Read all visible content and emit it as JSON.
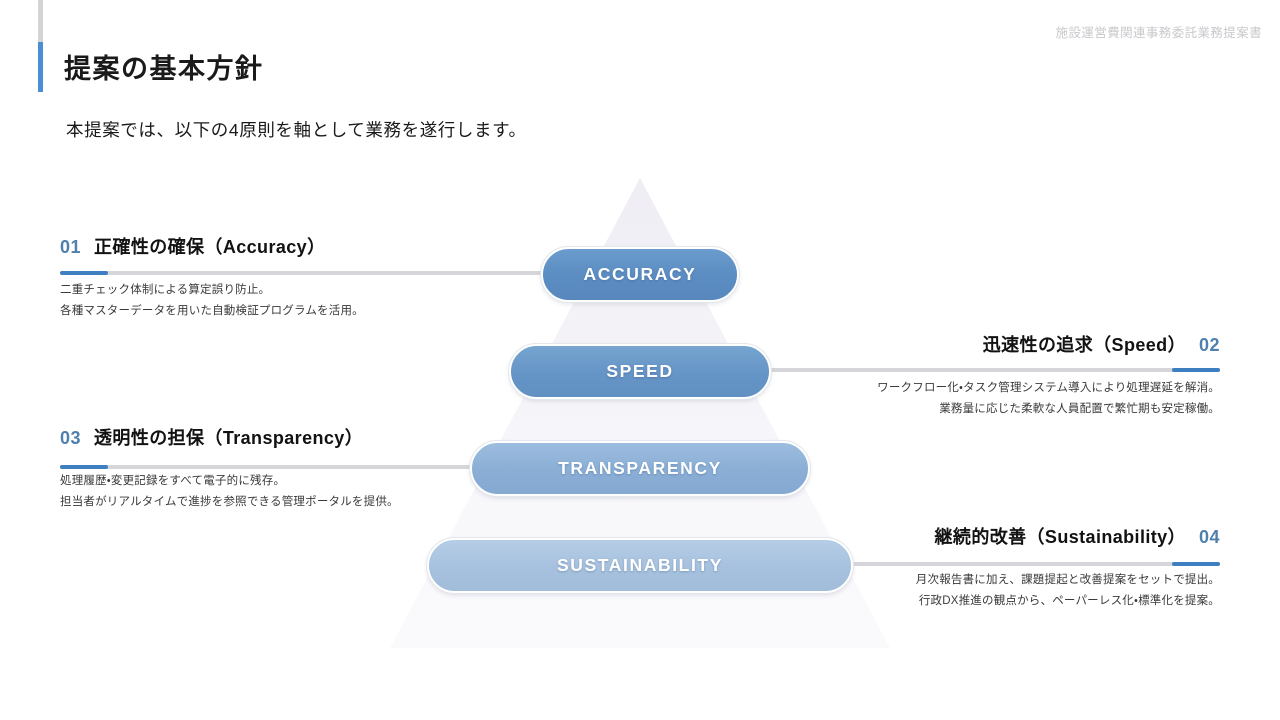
{
  "header": {
    "doc_label": "施設運営費関連事務委託業務提案書",
    "title": "提案の基本方針",
    "lead": "本提案では、以下の4原則を軸として業務を遂行します。"
  },
  "colors": {
    "accent_blue": "#3d7fc1",
    "rail_blue": "#4a8ed6",
    "rail_gray": "#d4d4d6",
    "line_gray": "#d6d6da",
    "number_blue": "#4f7fae",
    "tier_1": "#5b8cc2",
    "tier_2": "#6594c6",
    "tier_3": "#8aaed5",
    "tier_4": "#a6c1de"
  },
  "pyramid": {
    "tiers": [
      {
        "label": "ACCURACY"
      },
      {
        "label": "SPEED"
      },
      {
        "label": "TRANSPARENCY"
      },
      {
        "label": "SUSTAINABILITY"
      }
    ]
  },
  "principles": [
    {
      "number": "01",
      "title": "正確性の確保（Accuracy）",
      "side": "left",
      "desc_line_1": "二重チェック体制による算定誤り防止。",
      "desc_line_2": "各種マスターデータを用いた自動検証プログラムを活用。"
    },
    {
      "number": "02",
      "title": "迅速性の追求（Speed）",
      "side": "right",
      "desc_line_1": "ワークフロー化・タスク管理システム導入により処理遅延を解消。",
      "desc_line_2": "業務量に応じた柔軟な人員配置で繁忙期も安定稼働。"
    },
    {
      "number": "03",
      "title": "透明性の担保（Transparency）",
      "side": "left",
      "desc_line_1": "処理履歴・変更記録をすべて電子的に残存。",
      "desc_line_2": "担当者がリアルタイムで進捗を参照できる管理ポータルを提供。"
    },
    {
      "number": "04",
      "title": "継続的改善（Sustainability）",
      "side": "right",
      "desc_line_1": "月次報告書に加え、課題提起と改善提案をセットで提出。",
      "desc_line_2": "行政DX推進の観点から、ペーパーレス化・標準化を提案。"
    }
  ]
}
